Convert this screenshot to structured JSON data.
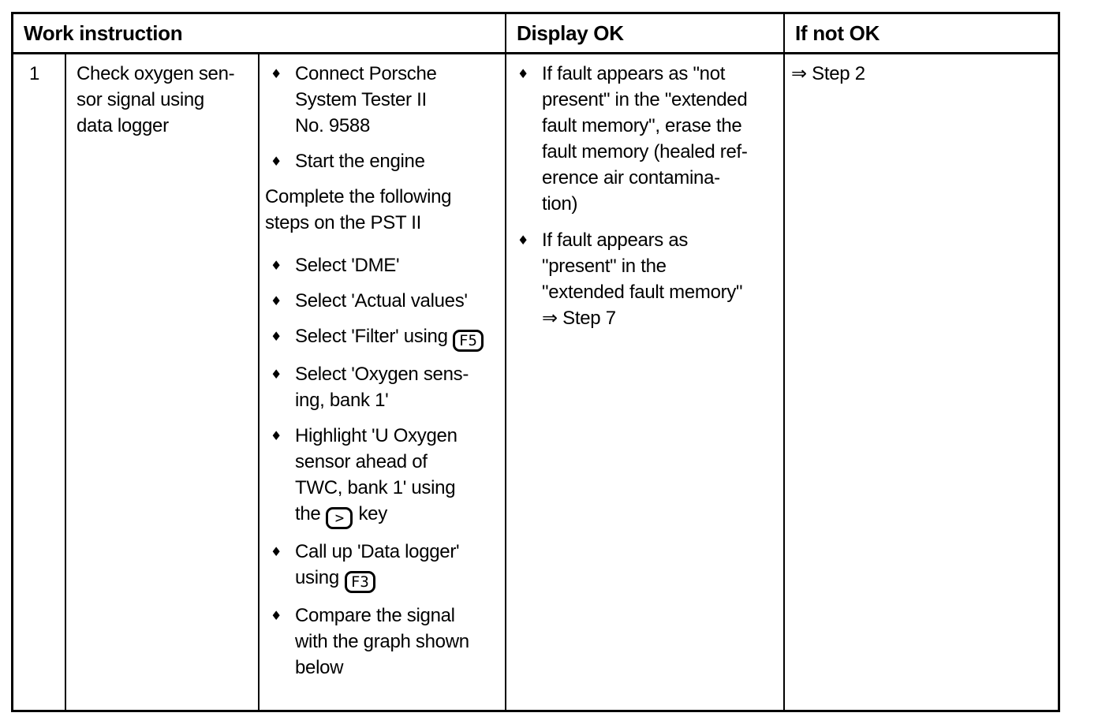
{
  "colors": {
    "text": "#000000",
    "background": "#ffffff",
    "border": "#000000"
  },
  "glyphs": {
    "bullet": "♦",
    "arrow": "⇒"
  },
  "table": {
    "headers": {
      "work_instruction": "Work instruction",
      "display_ok": "Display OK",
      "if_not_ok": "If not OK"
    },
    "row": {
      "step_number": "1",
      "instruction": "Check oxygen sen-\nsor signal using\ndata logger",
      "work_steps": {
        "step_1": "Connect Porsche\nSystem Tester II\nNo. 9588",
        "step_2": "Start the engine",
        "note": "Complete the following\nsteps on the PST II",
        "step_3": "Select 'DME'",
        "step_4": "Select 'Actual values'",
        "step_5_text": "Select 'Filter' using",
        "step_5_key": "F5",
        "step_6": "Select 'Oxygen sens-\ning, bank 1'",
        "step_7_text": "Highlight 'U Oxygen\nsensor ahead of\nTWC, bank 1' using\nthe",
        "step_7_key": ">",
        "step_7_text_after": "key",
        "step_8_text": "Call up 'Data logger'\nusing",
        "step_8_key": "F3",
        "step_9": "Compare the signal\nwith the graph shown\nbelow"
      },
      "display_ok": {
        "item_1": "If fault appears as \"not\npresent\" in the \"extended\nfault memory\", erase the\nfault memory (healed ref-\nerence air contamina-\ntion)",
        "item_2": "If fault appears as\n\"present\" in the\n\"extended fault memory\"\n⇒ Step 7"
      },
      "if_not_ok": "⇒ Step 2"
    }
  }
}
